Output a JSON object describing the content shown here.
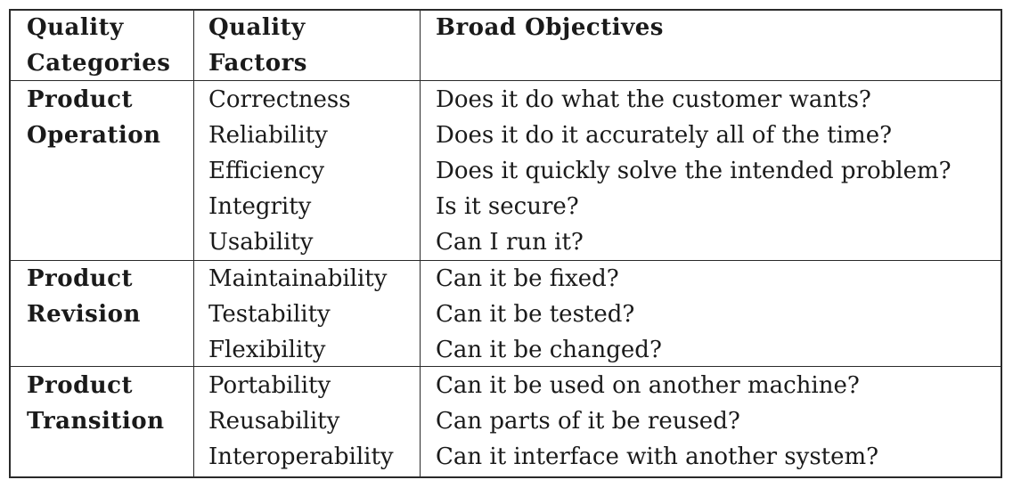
{
  "header": {
    "category": [
      "Quality",
      "Categories"
    ],
    "factor": [
      "Quality",
      "Factors"
    ],
    "objective": [
      "Broad Objectives"
    ]
  },
  "groups": [
    {
      "category": [
        "Product",
        "Operation"
      ],
      "factors": [
        "Correctness",
        "Reliability",
        "Efficiency",
        "Integrity",
        "Usability"
      ],
      "objectives": [
        "Does it do what the customer wants?",
        "Does it do it accurately all of the time?",
        "Does it quickly solve the intended problem?",
        "Is it secure?",
        "Can I run it?"
      ]
    },
    {
      "category": [
        "Product",
        "Revision"
      ],
      "factors": [
        "Maintainability",
        "Testability",
        "Flexibility"
      ],
      "objectives": [
        "Can it be fixed?",
        "Can it be tested?",
        "Can it be changed?"
      ]
    },
    {
      "category": [
        "Product",
        "Transition"
      ],
      "factors": [
        "Portability",
        "Reusability",
        "Interoperability"
      ],
      "objectives": [
        "Can it be used on another machine?",
        "Can parts of it be reused?",
        "Can it interface with another system?"
      ]
    }
  ]
}
